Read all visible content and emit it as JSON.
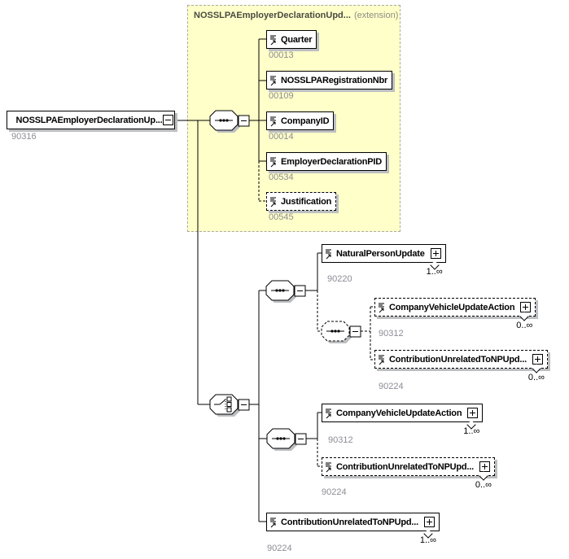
{
  "diagram": {
    "root": {
      "label": "NOSSLPAEmployerDeclarationUp...",
      "number": "90316"
    },
    "extension": {
      "title": "NOSSLPAEmployerDeclarationUpd...",
      "suffix": "(extension)"
    },
    "elements": {
      "quarter": {
        "label": "Quarter",
        "number": "00013"
      },
      "registration_nbr": {
        "label": "NOSSLPARegistrationNbr",
        "number": "00109"
      },
      "company_id": {
        "label": "CompanyID",
        "number": "00014"
      },
      "employer_declaration_pid": {
        "label": "EmployerDeclarationPID",
        "number": "00534"
      },
      "justification": {
        "label": "Justification",
        "number": "00545"
      },
      "natural_person_update": {
        "label": "NaturalPersonUpdate",
        "number": "90220",
        "occurs": "1..∞"
      },
      "company_vehicle_optional": {
        "label": "CompanyVehicleUpdateAction",
        "number": "90312",
        "occurs": "0..∞"
      },
      "contribution_optional_a": {
        "label": "ContributionUnrelatedToNPUpd...",
        "number": "90224",
        "occurs": "0..∞"
      },
      "company_vehicle_required": {
        "label": "CompanyVehicleUpdateAction",
        "number": "90312",
        "occurs": "1..∞"
      },
      "contribution_optional_b": {
        "label": "ContributionUnrelatedToNPUpd...",
        "number": "90224",
        "occurs": "0..∞"
      },
      "contribution_required": {
        "label": "ContributionUnrelatedToNPUpd...",
        "number": "90224",
        "occurs": "1..∞"
      }
    }
  }
}
